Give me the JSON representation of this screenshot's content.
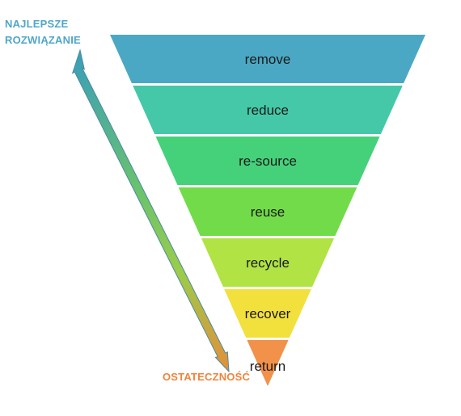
{
  "captions": {
    "best_line1": "NAJLEPSZE",
    "best_line2": "ROZWIĄZANIE",
    "worst": "OSTATECZNOŚĆ"
  },
  "tiers": [
    {
      "label": "remove",
      "color": "#4aa8c4"
    },
    {
      "label": "reduce",
      "color": "#45c8a8"
    },
    {
      "label": "re-source",
      "color": "#45d17a"
    },
    {
      "label": "reuse",
      "color": "#72db4a"
    },
    {
      "label": "recycle",
      "color": "#b0e343"
    },
    {
      "label": "recover",
      "color": "#f2e03c"
    },
    {
      "label": "return",
      "color": "#f2914a"
    }
  ],
  "arrow": {
    "color_top": "#3a9fb8",
    "color_bottom": "#e0923a"
  }
}
